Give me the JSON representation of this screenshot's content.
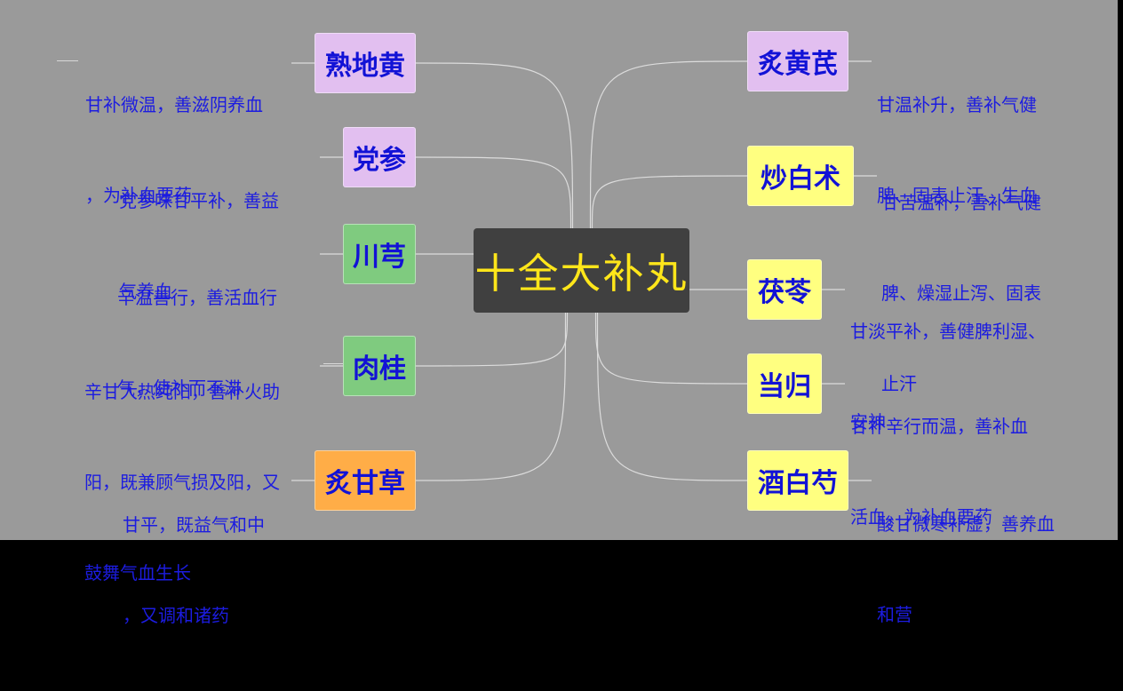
{
  "root": {
    "label": "十全大补丸",
    "color": "#ffe61a",
    "bg": "#404040"
  },
  "colors": {
    "background": "#9a9a9a",
    "purple": "#e2bff0",
    "green": "#7fcb7f",
    "orange": "#ffad47",
    "yellow": "#ffff80",
    "text": "#1212d6"
  },
  "left_branches": [
    {
      "name": "熟地黄",
      "color": "#e2bff0",
      "desc": [
        "甘补微温，善滋阴养血",
        "，为补血要药"
      ]
    },
    {
      "name": "党参",
      "color": "#e2bff0",
      "desc": [
        "党参味甘平补，善益",
        "气养血"
      ]
    },
    {
      "name": "川芎",
      "color": "#7fcb7f",
      "desc": [
        "辛温善行，善活血行",
        "气，使补而不滞"
      ]
    },
    {
      "name": "肉桂",
      "color": "#7fcb7f",
      "desc": [
        "辛甘大热纯阳，善补火助",
        "阳，既兼顾气损及阳，又",
        "鼓舞气血生长"
      ]
    },
    {
      "name": "炙甘草",
      "color": "#ffad47",
      "desc": [
        "甘平，既益气和中",
        "，又调和诸药"
      ]
    }
  ],
  "right_branches": [
    {
      "name": "炙黄芪",
      "color": "#e2bff0",
      "desc": [
        "甘温补升，善补气健",
        "脾、固表止汗、生血"
      ]
    },
    {
      "name": "炒白术",
      "color": "#ffff80",
      "desc": [
        "甘苦温补，善补气健",
        "脾、燥湿止泻、固表",
        "止汗"
      ]
    },
    {
      "name": "茯苓",
      "color": "#ffff80",
      "desc": [
        "甘淡平补，善健脾利湿、",
        "安神"
      ]
    },
    {
      "name": "当归",
      "color": "#ffff80",
      "desc": [
        "甘补辛行而温，善补血",
        "活血，为补血要药"
      ]
    },
    {
      "name": "酒白芍",
      "color": "#ffff80",
      "desc": [
        "酸甘微寒补虚，善养血",
        "和营"
      ]
    }
  ]
}
